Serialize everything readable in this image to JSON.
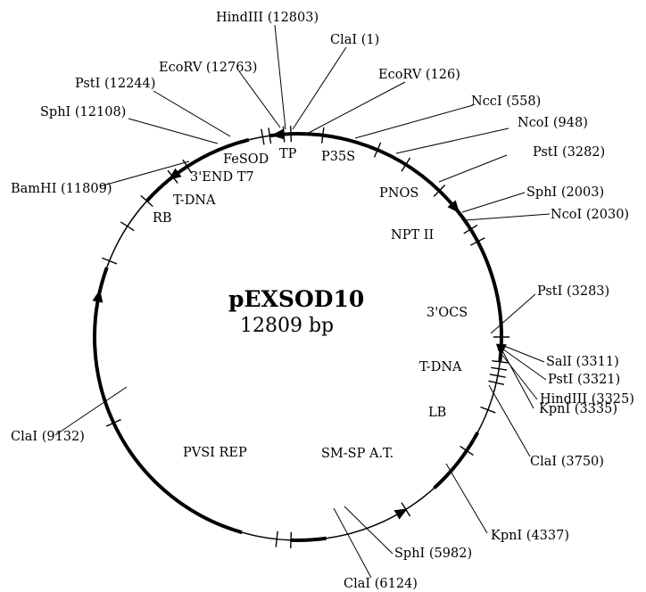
{
  "map": {
    "name": "pEXSOD10",
    "size": "12809 bp"
  },
  "sites": [
    {
      "id": "hindiii-12803",
      "text": "HindIII (12803)"
    },
    {
      "id": "clai-1",
      "text": "ClaI (1)"
    },
    {
      "id": "ecorv-12763",
      "text": "EcoRV (12763)"
    },
    {
      "id": "psti-12244",
      "text": "PstI (12244)"
    },
    {
      "id": "ecorv-126",
      "text": "EcoRV (126)"
    },
    {
      "id": "ncci-558",
      "text": "NccI (558)"
    },
    {
      "id": "sphi-12108",
      "text": "SphI (12108)"
    },
    {
      "id": "ncoi-948",
      "text": "NcoI (948)"
    },
    {
      "id": "psti-3282",
      "text": "PstI (3282)"
    },
    {
      "id": "bamhi-11809",
      "text": "BamHI (11809)"
    },
    {
      "id": "sphi-2003",
      "text": "SphI (2003)"
    },
    {
      "id": "ncoi-2030",
      "text": "NcoI (2030)"
    },
    {
      "id": "psti-3283",
      "text": "PstI (3283)"
    },
    {
      "id": "sali-3311",
      "text": "SalI (3311)"
    },
    {
      "id": "psti-3321",
      "text": "PstI (3321)"
    },
    {
      "id": "hindiii-3325",
      "text": "HindIII (3325)"
    },
    {
      "id": "kpni-3335",
      "text": "KpnI (3335)"
    },
    {
      "id": "clai-9132",
      "text": "ClaI (9132)"
    },
    {
      "id": "clai-3750",
      "text": "ClaI (3750)"
    },
    {
      "id": "kpni-4337",
      "text": "KpnI (4337)"
    },
    {
      "id": "sphi-5982",
      "text": "SphI (5982)"
    },
    {
      "id": "clai-6124",
      "text": "ClaI (6124)"
    }
  ],
  "features": [
    {
      "id": "fesod",
      "text": "FeSOD"
    },
    {
      "id": "tp",
      "text": "TP"
    },
    {
      "id": "p35s",
      "text": "P35S"
    },
    {
      "id": "3end-t7",
      "text": "3'END T7"
    },
    {
      "id": "t-dna-left",
      "text": "T-DNA"
    },
    {
      "id": "rb",
      "text": "RB"
    },
    {
      "id": "pnos",
      "text": "PNOS"
    },
    {
      "id": "npt-ii",
      "text": "NPT II"
    },
    {
      "id": "3ocs",
      "text": "3'OCS"
    },
    {
      "id": "t-dna-right",
      "text": "T-DNA"
    },
    {
      "id": "lb",
      "text": "LB"
    },
    {
      "id": "pvsi-rep",
      "text": "PVSI REP"
    },
    {
      "id": "sm-sp-at",
      "text": "SM-SP A.T."
    }
  ]
}
